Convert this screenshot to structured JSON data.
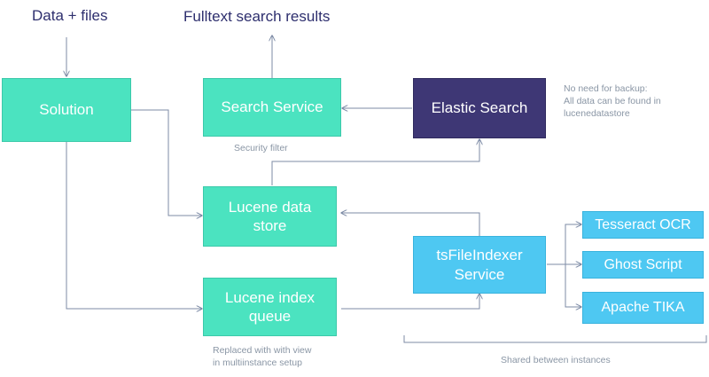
{
  "headers": {
    "input": "Data + files",
    "output": "Fulltext search results"
  },
  "nodes": {
    "solution": "Solution",
    "search_service": "Search Service",
    "elastic_search": "Elastic Search",
    "lucene_data_store": "Lucene data\nstore",
    "lucene_index_queue": "Lucene index\nqueue",
    "ts_file_indexer": "tsFileIndexer\nService",
    "tesseract": "Tesseract OCR",
    "ghost_script": "Ghost Script",
    "apache_tika": "Apache TIKA"
  },
  "notes": {
    "no_backup": "No need for backup:\nAll data can be found in\nlucenedatastore",
    "security_filter": "Security filter",
    "replaced": "Replaced with with view\nin multiinstance setup",
    "shared": "Shared between instances"
  },
  "colors": {
    "teal": "#4be3c0",
    "dark_purple": "#3e3775",
    "light_blue": "#4ec8f2",
    "connector": "#7d8ba6",
    "heading": "#2e2f6e",
    "note": "#8a96a5"
  }
}
